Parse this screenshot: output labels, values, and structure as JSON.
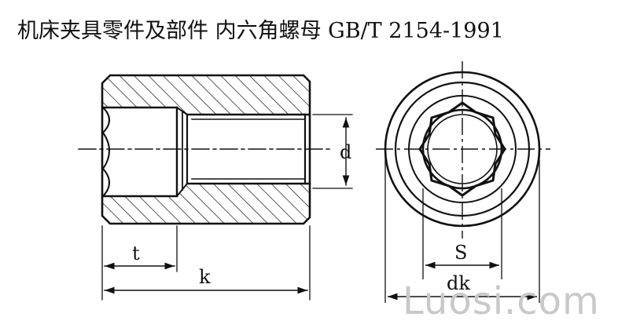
{
  "title": "机床夹具零件及部件 内六角螺母 GB/T 2154-1991",
  "dimensions": {
    "d": "d",
    "t": "t",
    "k": "k",
    "s": "S",
    "dk": "dk"
  },
  "watermark": "Luosi.com",
  "colors": {
    "line": "#111111",
    "watermark": "#c9c9c9",
    "background": "#ffffff"
  }
}
